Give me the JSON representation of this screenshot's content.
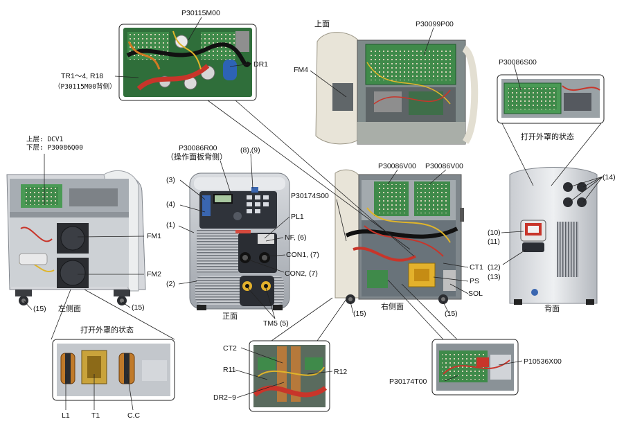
{
  "labels": {
    "p30115m00": "P30115M00",
    "dr1": "DR1",
    "tr1_r18": "TR1～4, R18",
    "tr1_r18_sub": "（P30115M00背侧）",
    "top_face": "上面",
    "p30099p00": "P30099P00",
    "fm4": "FM4",
    "p30086s00": "P30086S00",
    "open_cover_back": "打开外罩的状态",
    "upper_layer": "上层: DCV1",
    "lower_layer": "下层: P30086Q00",
    "p30086r00": "P30086R00",
    "p30086r00_sub": "（操作面板背侧）",
    "n8_9": "(8),(9)",
    "n3": "(3)",
    "n4": "(4)",
    "n1": "(1)",
    "n2": "(2)",
    "pl1": "PL1",
    "nf6": "NF, (6)",
    "con1_7": "CON1, (7)",
    "con2_7": "CON2, (7)",
    "tm5_5": "TM5 (5)",
    "front_face": "正面",
    "fm1": "FM1",
    "fm2": "FM2",
    "n15_a": "(15)",
    "left_face": "左侧面",
    "n15_b": "(15)",
    "open_cover_left": "打开外罩的状态",
    "l1": "L1",
    "t1": "T1",
    "cc": "C.C",
    "p30174s00": "P30174S00",
    "p30086v00_a": "P30086V00",
    "p30086v00_b": "P30086V00",
    "ct1": "CT1",
    "ps": "PS",
    "sol": "SOL",
    "n15_c": "(15)",
    "right_face": "右侧面",
    "n15_d": "(15)",
    "n14": "(14)",
    "n10": "(10)",
    "n11": "(11)",
    "n12": "(12)",
    "n13": "(13)",
    "back_face": "背面",
    "ct2": "CT2",
    "r11": "R11",
    "r12": "R12",
    "dr2_9": "DR2~9",
    "p10536x00": "P10536X00",
    "p30174t00": "P30174T00"
  },
  "colors": {
    "panel_light": "#e8e8ea",
    "panel_mid": "#b9bcc2",
    "panel_dark": "#2c2f36",
    "pcb_green": "#3f8a4a",
    "pcb_dark": "#1f5a2c",
    "wire_red": "#c8352a",
    "wire_yellow": "#e0b52a",
    "copper": "#c07a2a",
    "frame": "#8a8f96",
    "line": "#222222"
  }
}
